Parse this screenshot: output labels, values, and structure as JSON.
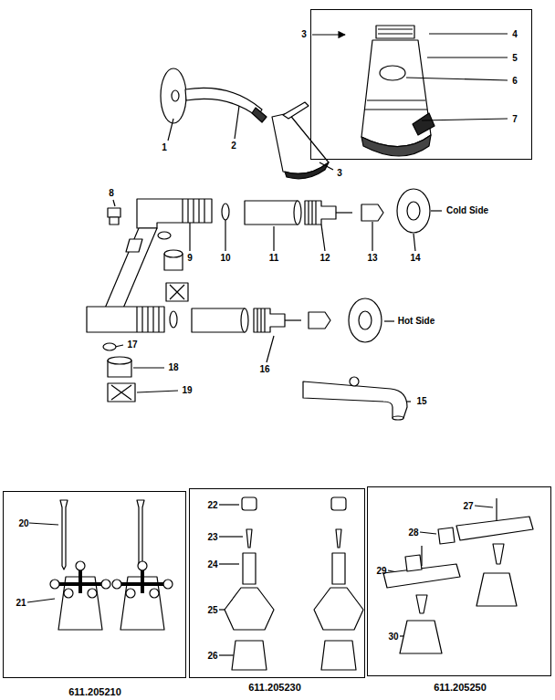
{
  "diagram": {
    "nodes": [
      {
        "text": [
          "4",
          "5",
          "6",
          "7"
        ]
      },
      {
        "text": [
          "20",
          "21",
          "611.205210"
        ]
      },
      {
        "text": [
          "22",
          "23",
          "24",
          "25",
          "26",
          "611.205230"
        ]
      },
      {
        "text": [
          "27",
          "28",
          "29",
          "30",
          "611.205250"
        ]
      }
    ],
    "labels": [
      "3",
      "1",
      "2",
      "3",
      "8",
      "9",
      "10",
      "11",
      "12",
      "13",
      "14",
      "Cold Side",
      "Hot Side",
      "16",
      "15",
      "17",
      "18",
      "19"
    ]
  }
}
